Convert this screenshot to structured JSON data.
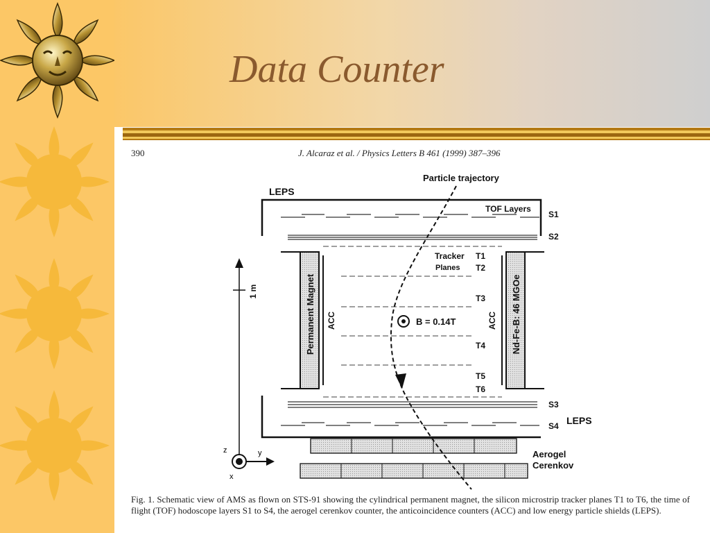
{
  "slide": {
    "title": "Data Counter",
    "colors": {
      "sidebar": "#fcc766",
      "title": "#8a5a2e",
      "rule_dark": "#b47a14",
      "rule_light": "#f2c85a"
    }
  },
  "figure": {
    "page_number": "390",
    "citation": "J. Alcaraz et al. / Physics Letters B 461 (1999) 387–396",
    "caption": "Fig. 1. Schematic view of AMS as flown on STS-91 showing the cylindrical permanent magnet, the silicon microstrip tracker planes T1 to T6, the time of flight (TOF) hodoscope layers S1 to S4, the aerogel cerenkov counter, the anticoincidence counters (ACC) and low energy particle shields (LEPS).",
    "labels": {
      "trajectory": "Particle trajectory",
      "leps_top": "LEPS",
      "tof": "TOF Layers",
      "s1": "S1",
      "s2": "S2",
      "s3": "S3",
      "s4": "S4",
      "tracker": "Tracker",
      "planes": "Planes",
      "t1": "T1",
      "t2": "T2",
      "t3": "T3",
      "t4": "T4",
      "t5": "T5",
      "t6": "T6",
      "magnet_left": "Permanent Magnet",
      "magnet_right": "Nd-Fe-B: 46 MGOe",
      "acc_left": "ACC",
      "acc_right": "ACC",
      "field": "B = 0.14T",
      "scale": "1 m",
      "leps_bottom": "LEPS",
      "aerogel": "Aerogel",
      "cerenkov": "Cerenkov",
      "axis_z": "z",
      "axis_y": "y",
      "axis_x": "x"
    }
  }
}
